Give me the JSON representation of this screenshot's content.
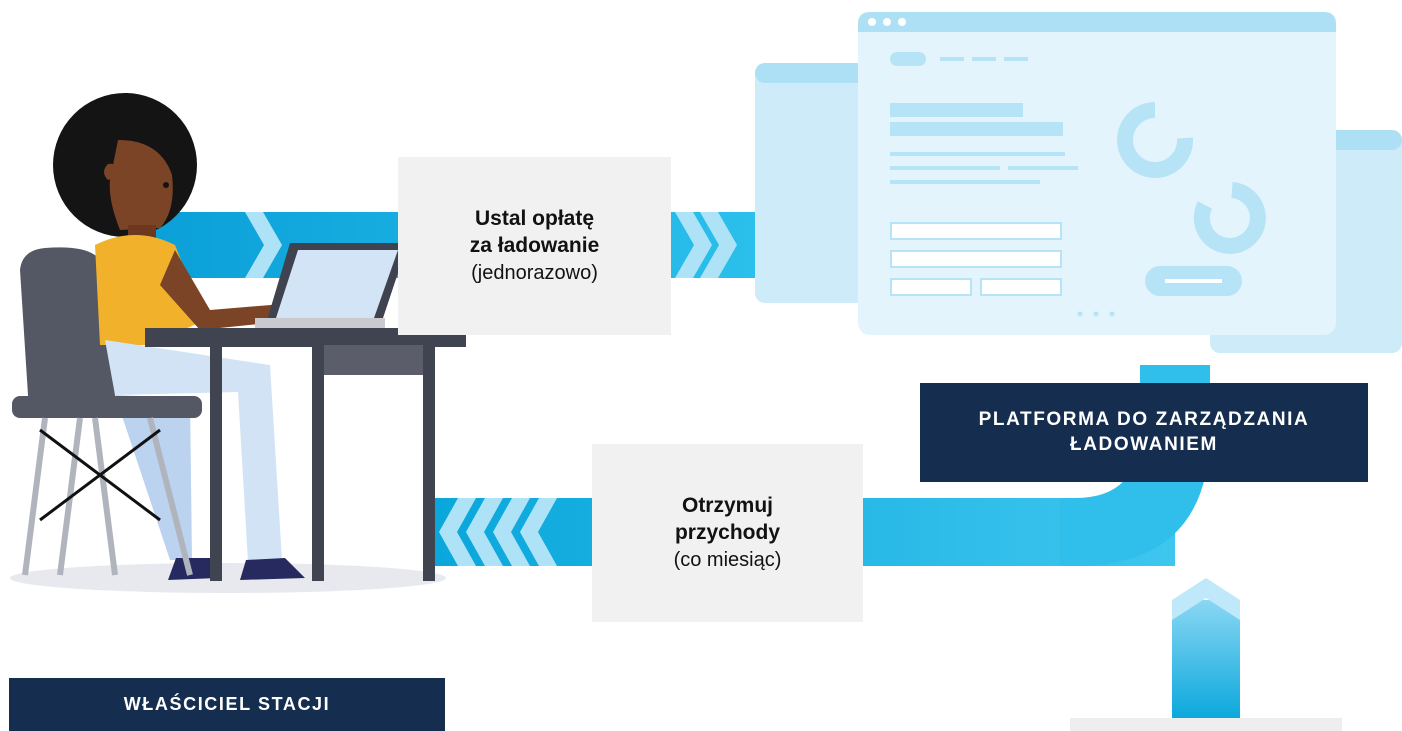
{
  "steps": {
    "set_fee": {
      "title_line1": "Ustal opłatę",
      "title_line2": "za ładowanie",
      "note": "(jednorazowo)"
    },
    "receive_revenue": {
      "title_line1": "Otrzymuj",
      "title_line2": "przychody",
      "note": "(co miesiąc)"
    }
  },
  "labels": {
    "platform_line1": "PLATFORMA DO ZARZĄDZANIA",
    "platform_line2": "ŁADOWANIEM",
    "owner": "WŁAŚCICIEL STACJI"
  },
  "icons": {
    "person": "person-at-laptop-illustration",
    "platform": "browser-window-icon",
    "arrows_right": "chevron-right-icon",
    "arrows_left": "chevron-left-icon",
    "arrow_up": "chevron-up-icon"
  },
  "colors": {
    "flow_blue": "#0aa7dc",
    "flow_light": "#aee3f7",
    "navy": "#152e4f",
    "step_box": "#f1f1f1",
    "window_fill": "#e3f4fc"
  }
}
